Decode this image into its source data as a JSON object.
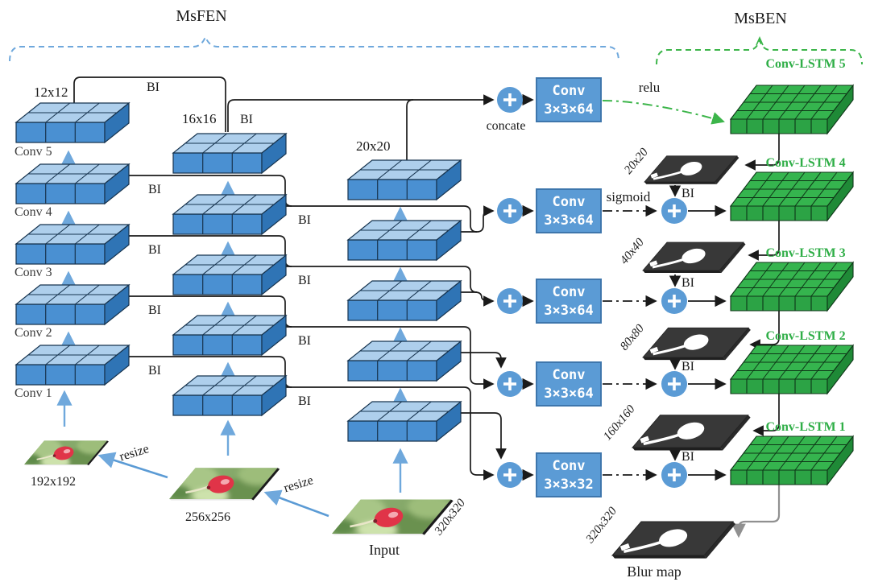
{
  "titles": {
    "msfen": "MsFEN",
    "msben": "MsBEN"
  },
  "msfen": {
    "scales": {
      "col1": "12x12",
      "col2": "16x16",
      "col3": "20x20"
    },
    "conv_labels": [
      "Conv 1",
      "Conv 2",
      "Conv 3",
      "Conv 4",
      "Conv 5"
    ],
    "bi": "BI",
    "resize": "resize",
    "inputs": {
      "small": "192x192",
      "medium": "256x256",
      "input_label": "Input",
      "input_size": "320x320"
    }
  },
  "fusion": {
    "concate": "concate",
    "relu": "relu",
    "sigmoid": "sigmoid",
    "conv_boxes": [
      {
        "l1": "Conv",
        "l2": "3×3×64"
      },
      {
        "l1": "Conv",
        "l2": "3×3×64"
      },
      {
        "l1": "Conv",
        "l2": "3×3×64"
      },
      {
        "l1": "Conv",
        "l2": "3×3×64"
      },
      {
        "l1": "Conv",
        "l2": "3×3×32"
      }
    ]
  },
  "msben": {
    "lstm_labels": [
      "Conv-LSTM 5",
      "Conv-LSTM 4",
      "Conv-LSTM 3",
      "Conv-LSTM 2",
      "Conv-LSTM 1"
    ],
    "map_sizes": [
      "20x20",
      "40x40",
      "80x80",
      "160x160",
      "320x320"
    ],
    "bi": "BI",
    "blur_map_caption": "Blur map"
  },
  "colors": {
    "accent_blue": "#5B9BD5",
    "slab_top": "#AECFEC",
    "slab_front": "#4A90D2",
    "slab_side": "#2F74B5",
    "grid_green": "#35B44E",
    "grid_green_front": "#2CA345",
    "label_green": "#2fae47",
    "map_dark": "#383838",
    "wire": "#1a1a1a",
    "gray_wire": "#909090"
  }
}
